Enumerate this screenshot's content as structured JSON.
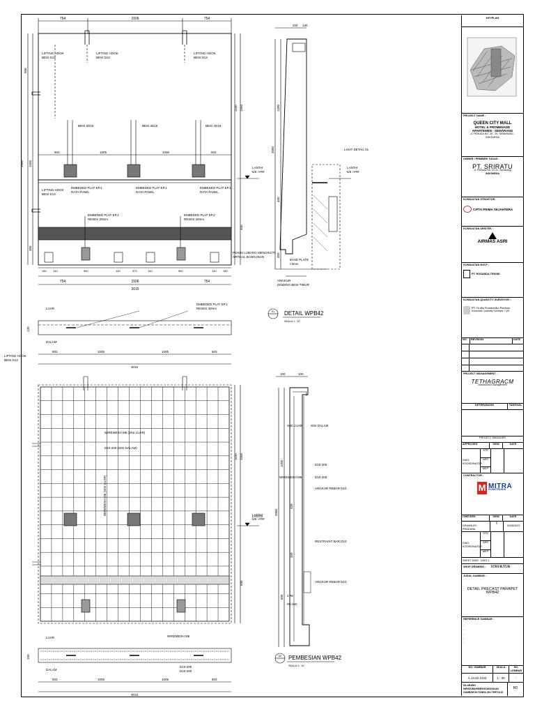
{
  "drawing": {
    "elev_top": {
      "dims_top": [
        "754",
        "1506",
        "754"
      ],
      "dims_mid": [
        "503",
        "1005",
        "1005",
        "503"
      ],
      "dims_bottom_row": [
        "180",
        "140",
        "960",
        "140",
        "370",
        "140",
        "960",
        "140",
        "180"
      ],
      "dims_bottom": [
        "754",
        "1506",
        "754"
      ],
      "dim_total": "3015",
      "dims_left": [
        "500",
        "2000",
        "1550",
        "350"
      ],
      "dims_right": [
        "1150",
        "1550",
        "450"
      ],
      "lifting_hook": "LIFTING HOOK",
      "besi_d13": "BESI D13",
      "besi_d16": "BESI 2D16",
      "embeded_ep1": "EMBEDED PLAT EP.1",
      "rata_panel": "RATA PANEL",
      "embeded_ep2": "EMBEDED PLAT EP.2",
      "ketebalan": "RESES 20mm",
      "posisi": "POSISI LUBANG MENGIKUTI",
      "posisi2": "ARTIKAL BANGUNAN",
      "lantai": "LANTAI",
      "lantai_lvl": "5/6 +###"
    },
    "plan_top": {
      "luar": "LUAR",
      "dalam": "DALAM",
      "dims": [
        "503",
        "1005",
        "1005",
        "503"
      ],
      "total": "3015",
      "ep1": "EMBEDED PLAT EP.1",
      "reses": "RESES 40mm",
      "h": "130"
    },
    "detail": {
      "title": "DETAIL WPB42",
      "num": "01",
      "scale": "SKALA 1 : 30",
      "dims_top": [
        "200",
        "130"
      ],
      "dims_left": [
        "1200",
        "2000",
        "450",
        "350"
      ],
      "lihat": "LIHAT DETAIL 01",
      "lantai": "LANTAI",
      "base_plate": "BASE PLATE",
      "tebal": "t 6mm",
      "angkur": "ANGKUR",
      "dinding": "DINDING BESI TIMUR"
    },
    "elev_bottom": {
      "wiremesh": "WIREMESH M6   (SISI LUAR)",
      "d10": "D10-200   (SISI DALAM)",
      "wiremesh_v": "WIREMESH M6   (SISI LUAR)",
      "dims_right": [
        "1150",
        "1550",
        "600"
      ],
      "lantai": "LANTAI",
      "lantai_lvl": "5/6 +###"
    },
    "plan_bottom": {
      "luar": "LUAR",
      "dalam": "DALAM",
      "wiremesh": "WIREMESH M6",
      "d10a": "D10-200",
      "d10b": "D10-200",
      "dims": [
        "503",
        "1005",
        "1005",
        "503"
      ],
      "total": "3015",
      "h": "150"
    },
    "section": {
      "title": "PEMBESIAN WPB42",
      "num": "02",
      "scale": "SKALA 1 : 30",
      "sisi_luar": "SISI LUAR",
      "sisi_dalam": "SISI DALAM",
      "wiremesh": "WIREMESH M6",
      "d10a": "D10-200",
      "d10b": "D10-200",
      "angkur1": "ANGKUR REBAR D10",
      "restraint": "RESTRAINT BAR D10",
      "angkur2": "ANGKUR REBAR D10",
      "bars": "2 #8",
      "hook": "#8-150",
      "dims_left": [
        "1200",
        "2000",
        "600"
      ],
      "dims_mid": [
        "320",
        "320"
      ],
      "dims_top": [
        "100",
        "100"
      ]
    }
  },
  "title_block": {
    "keyplan": "KEYPLAN",
    "project_name_label": "PROJECT NAME :",
    "project_name": "QUEEN CITY MALL",
    "project_sub1": "HOTEL & PROMENADE",
    "project_sub2": "APARTEMEN - SEMARANG",
    "project_addr": "Jl. PEMUDA NO. 25 - 29, SEMARANG - INDONESIA",
    "owner_label": "OWNER / PEMBERI TUGAS :",
    "owner": "PT. SRIRATU",
    "owner_addr": "Jl. Pemuda No. 29-31, Semarang",
    "owner_country": "INDONESIA",
    "struktur_label": "KONSULTAN STRUKTUR :",
    "struktur": "CIPTA PRIMA SEJAHTERA",
    "arsitek_label": "KONSULTAN ARSITEK :",
    "arsitek": "AIRMAS ASRI",
    "mep_label": "KONSULTAN M.E.P :",
    "mep": "PT. ROSANDA TEKNIK",
    "qs_label": "KONSULTAN QUANTITY SURVEYOR :",
    "qs": "PT. Graha Estamatika Pradana",
    "qs_sub": "Konsultan Quantity Surveyor / QS",
    "rev_headers": [
      "NO.",
      "REVISION",
      "DATE"
    ],
    "rev_rows": [
      "-",
      "-",
      "-",
      "-"
    ],
    "pm_label": "PROJECT MANAGEMENT :",
    "pm": "TETHAGRACM",
    "pm_sub": "construction management",
    "keterangan": "KETERANGAN",
    "tanggal": "TANGGAL",
    "pm_manager": "PROJECT MANAGER",
    "approved": "APPROVED",
    "sign": "SIGN",
    "date": "DATE",
    "dwg_coord": "DWG. KOORDINATOR",
    "disc": [
      "STR",
      "ARS",
      "MEP"
    ],
    "contractor_label": "CONTRACTOR :",
    "contractor": "MITRA",
    "contractor_sub": "KONSTRUKSI",
    "checked": "CHECKED",
    "drawn_by": "DRAWN BY :  PRADANA",
    "drawn_date": "16/08/2023",
    "sheet_dwg": "SHEET DWG :",
    "sheet_val": "DWG 1",
    "shop_drawing": "SHOP DRAWING :",
    "shop_val": "STRUKTUR",
    "judul_label": "JUDUL GAMBAR :",
    "judul1": "DETAIL PRECAST PARAPET",
    "judul2": "WPB42",
    "ref_label": "REFERENCE GAMBAR :",
    "ref_rows": [
      "-",
      "-",
      "-",
      "-",
      "-"
    ],
    "no_gambar_label": "NO. GAMBAR",
    "skala_label": "SKALA",
    "lembar_label": "NO. LEMBAR",
    "no_gambar": "A.13.02.1043",
    "skala": "1 : 30",
    "lembar": "-",
    "notes": "DILARANG MENGUBAH/MENGGANDAKAN GAMBAR INI TANPA IJIN TERTULIS",
    "rev_no": "R0"
  }
}
